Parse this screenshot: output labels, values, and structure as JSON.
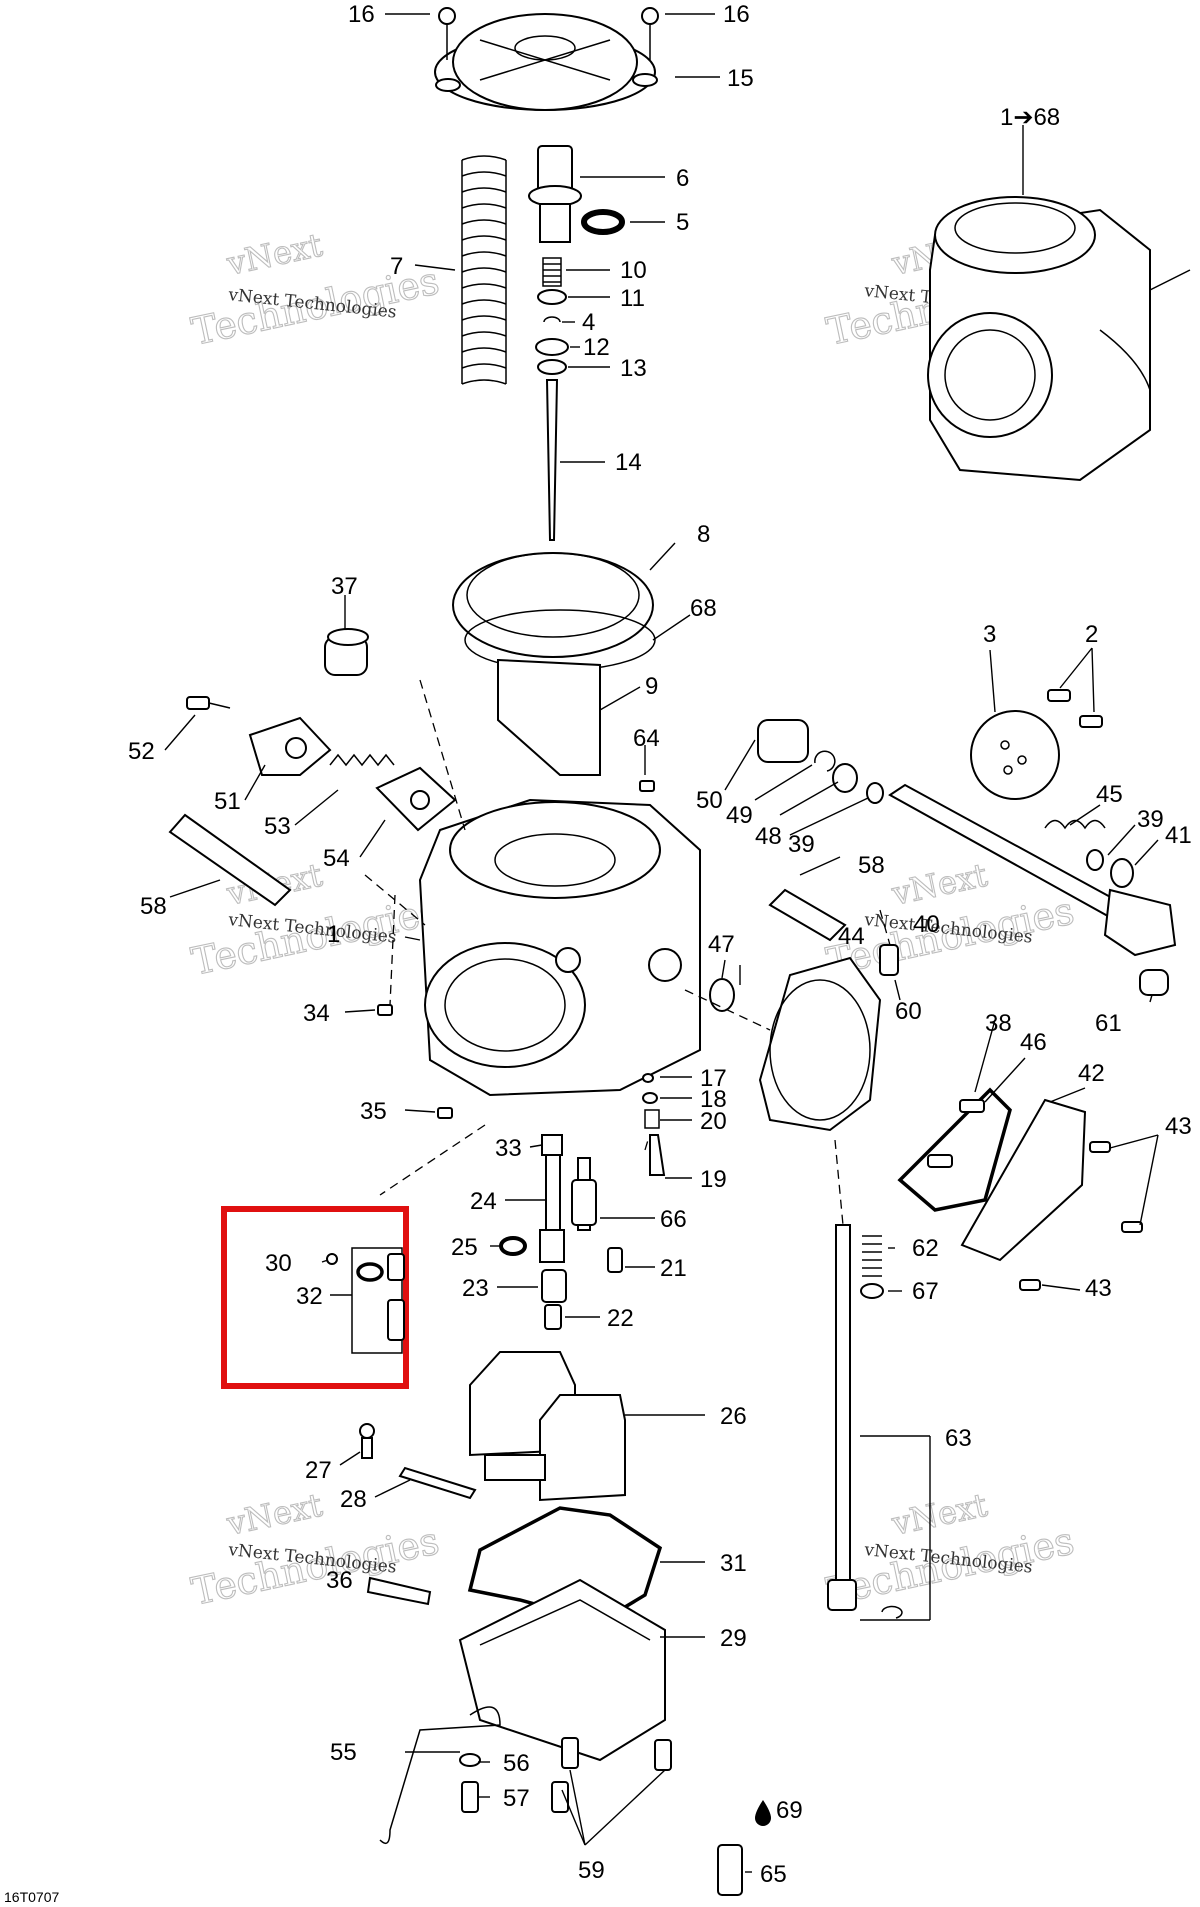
{
  "drawing_code": "16T0707",
  "kit_label": "1➔68",
  "fuel_label": "69",
  "watermark": {
    "line1": "vNext",
    "line2": "Technologies",
    "caption": "vNext Technologies"
  },
  "highlight_color": "#e01010",
  "callouts": [
    "16",
    "16",
    "15",
    "6",
    "5",
    "7",
    "10",
    "11",
    "4",
    "12",
    "13",
    "14",
    "8",
    "68",
    "9",
    "37",
    "52",
    "51",
    "53",
    "54",
    "64",
    "50",
    "49",
    "48",
    "39",
    "45",
    "39",
    "41",
    "3",
    "2",
    "58",
    "1",
    "58",
    "44",
    "40",
    "47",
    "34",
    "60",
    "61",
    "35",
    "17",
    "18",
    "20",
    "19",
    "38",
    "46",
    "42",
    "43",
    "33",
    "24",
    "66",
    "25",
    "21",
    "23",
    "22",
    "30",
    "32",
    "62",
    "67",
    "43",
    "26",
    "27",
    "28",
    "63",
    "31",
    "36",
    "29",
    "55",
    "56",
    "57",
    "59",
    "65"
  ]
}
